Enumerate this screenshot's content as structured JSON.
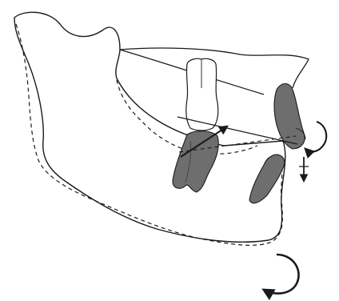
{
  "figure": {
    "type": "cephalometric diagram",
    "contours": [
      {
        "name": "mandible-outline-initial",
        "style": "solid"
      },
      {
        "name": "mandible-outline-rotated",
        "style": "dashed"
      }
    ],
    "teeth": [
      {
        "name": "upper-molar",
        "fill": "outline"
      },
      {
        "name": "lower-molar",
        "fill": "shaded"
      },
      {
        "name": "upper-incisor",
        "fill": "shaded"
      },
      {
        "name": "lower-incisor",
        "fill": "shaded"
      }
    ],
    "indicators": [
      {
        "name": "occlusal-plane-rotation-arrow",
        "direction": "clockwise"
      },
      {
        "name": "mandible-rotation-arrow",
        "direction": "clockwise"
      },
      {
        "name": "incisor-intrusion-arrow",
        "direction": "down"
      },
      {
        "name": "molar-extrusion-arrow",
        "direction": "up"
      }
    ],
    "colors": {
      "line": "#1a1a1a",
      "tooth_fill": "#6e6e6e",
      "background": "#ffffff"
    }
  }
}
